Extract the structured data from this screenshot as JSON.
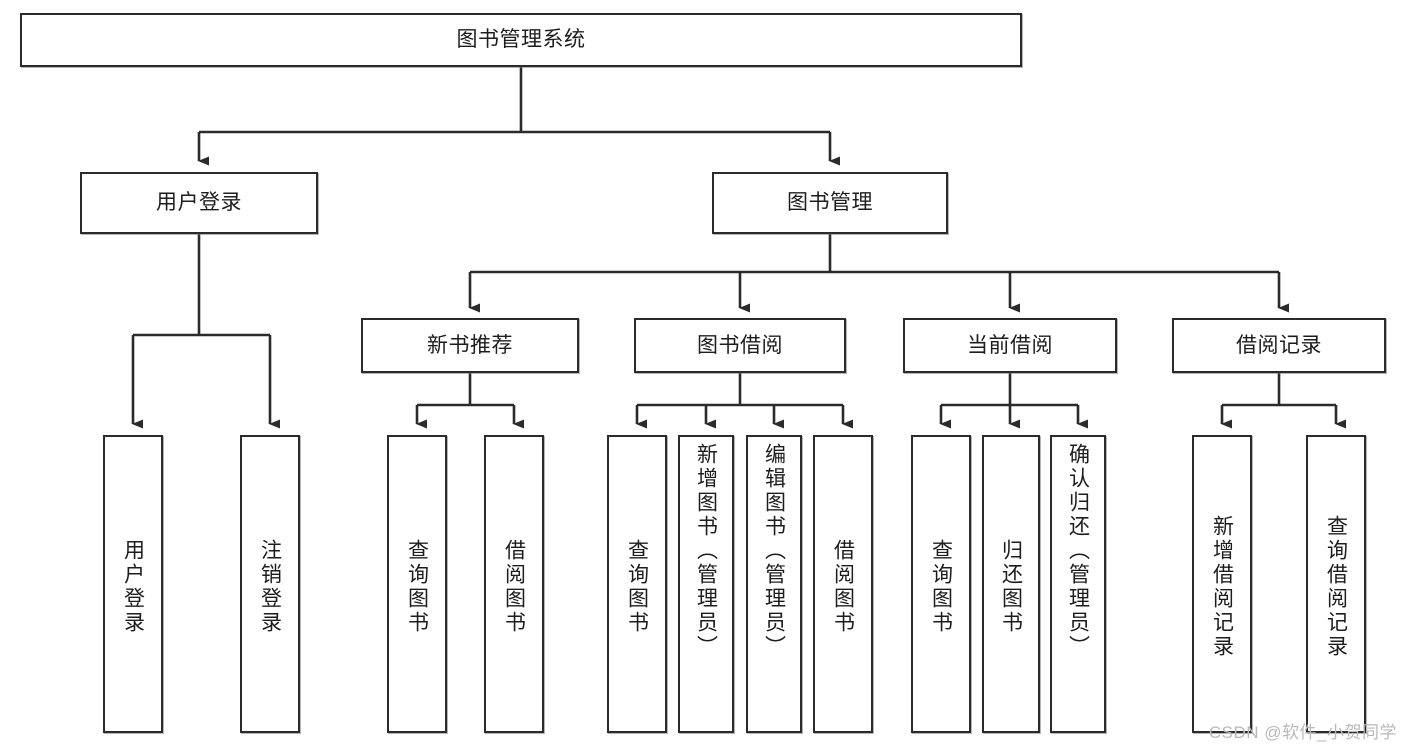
{
  "diagram": {
    "title": "图书管理系统",
    "type": "tree-hierarchy",
    "orientation": "top-down",
    "colors": {
      "box_border": "#2b2b2b",
      "box_fill": "#ffffff",
      "edge": "#2b2b2b",
      "text": "#1d1d1d",
      "watermark": "#b9b9b9",
      "background": "#ffffff"
    }
  },
  "root": {
    "label": "图书管理系统"
  },
  "level2": [
    {
      "label": "用户登录"
    },
    {
      "label": "图书管理"
    }
  ],
  "level3": [
    {
      "label": "新书推荐"
    },
    {
      "label": "图书借阅"
    },
    {
      "label": "当前借阅"
    },
    {
      "label": "借阅记录"
    }
  ],
  "leaves": {
    "user_login": [
      {
        "label": "用户登录"
      },
      {
        "label": "注销登录"
      }
    ],
    "new_book_recommend": [
      {
        "label": "查询图书"
      },
      {
        "label": "借阅图书"
      }
    ],
    "book_borrow": [
      {
        "label": "查询图书"
      },
      {
        "label": "新增图书（管理员）"
      },
      {
        "label": "编辑图书（管理员）"
      },
      {
        "label": "借阅图书"
      }
    ],
    "current_borrow": [
      {
        "label": "查询图书"
      },
      {
        "label": "归还图书"
      },
      {
        "label": "确认归还（管理员）"
      }
    ],
    "borrow_record": [
      {
        "label": "新增借阅记录"
      },
      {
        "label": "查询借阅记录"
      }
    ]
  },
  "watermark": {
    "text": "CSDN @软件_小贺同学"
  }
}
